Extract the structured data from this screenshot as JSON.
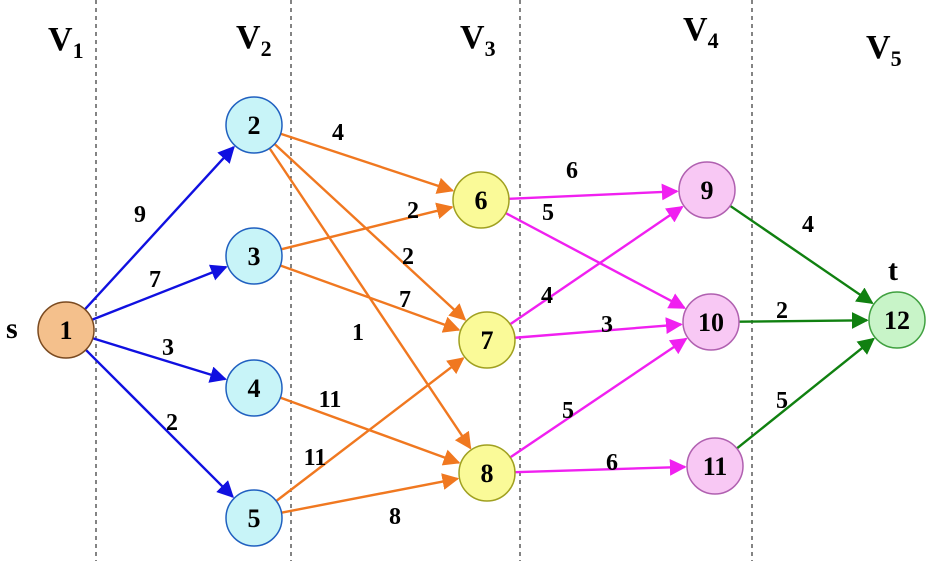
{
  "layers": [
    {
      "id": "v1",
      "main": "V",
      "sub": "1"
    },
    {
      "id": "v2",
      "main": "V",
      "sub": "2"
    },
    {
      "id": "v3",
      "main": "V",
      "sub": "3"
    },
    {
      "id": "v4",
      "main": "V",
      "sub": "4"
    },
    {
      "id": "v5",
      "main": "V",
      "sub": "5"
    }
  ],
  "source_label": "s",
  "sink_label": "t",
  "colors": {
    "layer1_edges": "#1010e0",
    "layer2_edges": "#f07820",
    "layer3_edges": "#f020f0",
    "layer4_edges": "#108010",
    "node_v1": "#f4c08c",
    "node_v2": "#c8f4f8",
    "node_v3": "#fafa98",
    "node_v4": "#f8c8f4",
    "node_v5": "#c8f4c8"
  },
  "nodes": [
    {
      "id": "1",
      "label": "1",
      "layer": 1
    },
    {
      "id": "2",
      "label": "2",
      "layer": 2
    },
    {
      "id": "3",
      "label": "3",
      "layer": 2
    },
    {
      "id": "4",
      "label": "4",
      "layer": 2
    },
    {
      "id": "5",
      "label": "5",
      "layer": 2
    },
    {
      "id": "6",
      "label": "6",
      "layer": 3
    },
    {
      "id": "7",
      "label": "7",
      "layer": 3
    },
    {
      "id": "8",
      "label": "8",
      "layer": 3
    },
    {
      "id": "9",
      "label": "9",
      "layer": 4
    },
    {
      "id": "10",
      "label": "10",
      "layer": 4
    },
    {
      "id": "11",
      "label": "11",
      "layer": 4
    },
    {
      "id": "12",
      "label": "12",
      "layer": 5
    }
  ],
  "edges": [
    {
      "from": "1",
      "to": "2",
      "weight": "9",
      "group": 1
    },
    {
      "from": "1",
      "to": "3",
      "weight": "7",
      "group": 1
    },
    {
      "from": "1",
      "to": "4",
      "weight": "3",
      "group": 1
    },
    {
      "from": "1",
      "to": "5",
      "weight": "2",
      "group": 1
    },
    {
      "from": "2",
      "to": "6",
      "weight": "4",
      "group": 2
    },
    {
      "from": "2",
      "to": "7",
      "weight": "2",
      "group": 2
    },
    {
      "from": "2",
      "to": "8",
      "weight": "1",
      "group": 2
    },
    {
      "from": "3",
      "to": "6",
      "weight": "2",
      "group": 2
    },
    {
      "from": "3",
      "to": "7",
      "weight": "7",
      "group": 2
    },
    {
      "from": "4",
      "to": "8",
      "weight": "11",
      "group": 2
    },
    {
      "from": "5",
      "to": "7",
      "weight": "11",
      "group": 2
    },
    {
      "from": "5",
      "to": "8",
      "weight": "8",
      "group": 2
    },
    {
      "from": "6",
      "to": "9",
      "weight": "6",
      "group": 3
    },
    {
      "from": "6",
      "to": "10",
      "weight": "5",
      "group": 3
    },
    {
      "from": "7",
      "to": "9",
      "weight": "4",
      "group": 3
    },
    {
      "from": "7",
      "to": "10",
      "weight": "3",
      "group": 3
    },
    {
      "from": "8",
      "to": "10",
      "weight": "5",
      "group": 3
    },
    {
      "from": "8",
      "to": "11",
      "weight": "6",
      "group": 3
    },
    {
      "from": "9",
      "to": "12",
      "weight": "4",
      "group": 4
    },
    {
      "from": "10",
      "to": "12",
      "weight": "2",
      "group": 4
    },
    {
      "from": "11",
      "to": "12",
      "weight": "5",
      "group": 4
    }
  ]
}
